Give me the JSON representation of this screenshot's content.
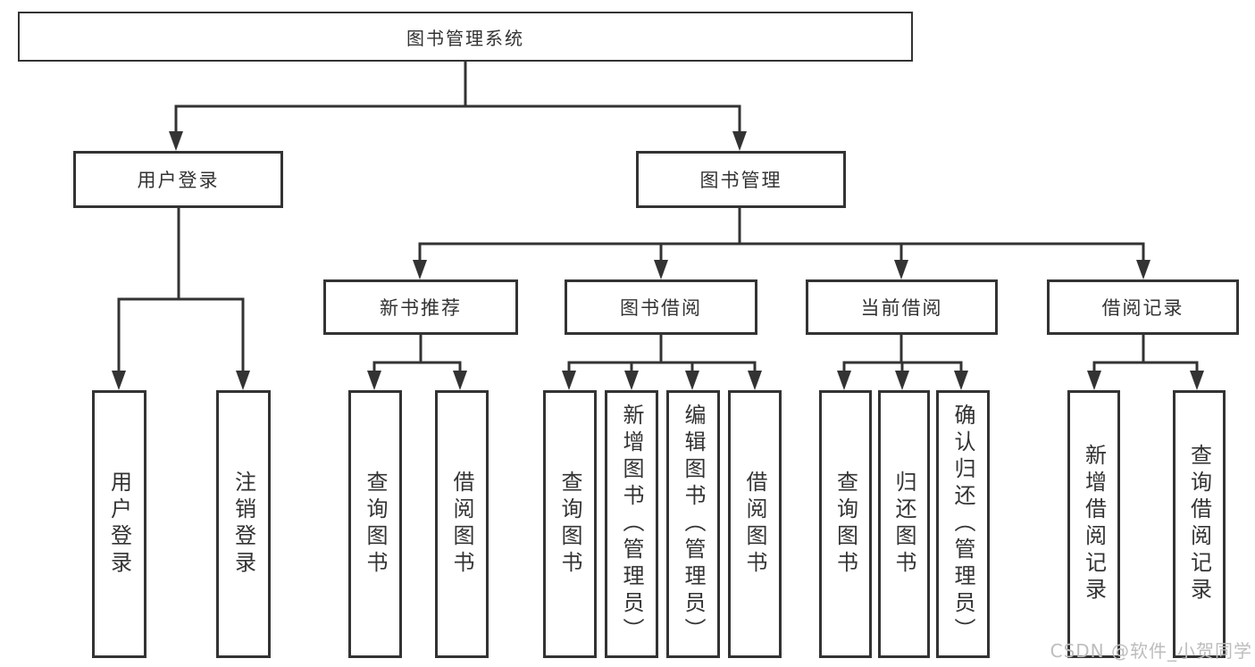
{
  "page": {
    "background_color": "#ffffff"
  },
  "colors": {
    "line": "#333333",
    "box_border": "#333333",
    "text": "#333333",
    "watermark": "#bdbdbd"
  },
  "diagram": {
    "type": "tree",
    "tree": {
      "label": "图书管理系统",
      "children": [
        {
          "label": "用户登录",
          "children": [
            {
              "label": "用户登录"
            },
            {
              "label": "注销登录"
            }
          ]
        },
        {
          "label": "图书管理",
          "children": [
            {
              "label": "新书推荐",
              "children": [
                {
                  "label": "查询图书"
                },
                {
                  "label": "借阅图书"
                }
              ]
            },
            {
              "label": "图书借阅",
              "children": [
                {
                  "label": "查询图书"
                },
                {
                  "label": "新增图书（管理员）"
                },
                {
                  "label": "编辑图书（管理员）"
                },
                {
                  "label": "借阅图书"
                }
              ]
            },
            {
              "label": "当前借阅",
              "children": [
                {
                  "label": "查询图书"
                },
                {
                  "label": "归还图书"
                },
                {
                  "label": "确认归还（管理员）"
                }
              ]
            },
            {
              "label": "借阅记录",
              "children": [
                {
                  "label": "新增借阅记录"
                },
                {
                  "label": "查询借阅记录"
                }
              ]
            }
          ]
        }
      ]
    }
  },
  "watermark": {
    "label": "CSDN @软件_小贺同学"
  }
}
